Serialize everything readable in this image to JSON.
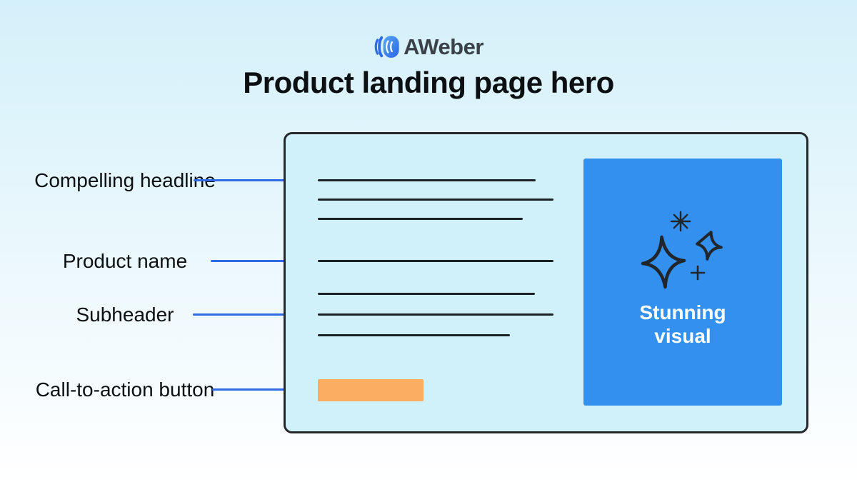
{
  "header": {
    "logo": {
      "text": "AWeber",
      "icon": "aweber-mark-icon"
    },
    "title": "Product landing page hero"
  },
  "annotations": [
    {
      "label": "Compelling headline"
    },
    {
      "label": "Product name"
    },
    {
      "label": "Subheader"
    },
    {
      "label": "Call-to-action button"
    }
  ],
  "hero_card": {
    "visual": {
      "label": "Stunning visual",
      "icons": [
        "eight-point-star-icon",
        "four-point-sparkle-large-icon",
        "four-point-sparkle-small-icon",
        "plus-sparkle-icon"
      ]
    },
    "skeleton": {
      "headline_lines": 3,
      "product_name_lines": 1,
      "subheader_lines": 3,
      "cta_button": 1
    }
  },
  "colors": {
    "bg-top": "#d4f0fa",
    "bg-bottom": "#ffffff",
    "ink": "#0d1013",
    "logo-ink": "#3a4148",
    "logo-blue": "#2e6ce6",
    "accent-blue": "#2d6ae3",
    "card-fill": "#d0f0fa",
    "card-border": "#25292c",
    "line-dark": "#1c2125",
    "visual-blue": "#3390ee",
    "cta-orange": "#fbae62",
    "visual-text": "#ffffff",
    "sparkle-ink": "#20262c"
  }
}
